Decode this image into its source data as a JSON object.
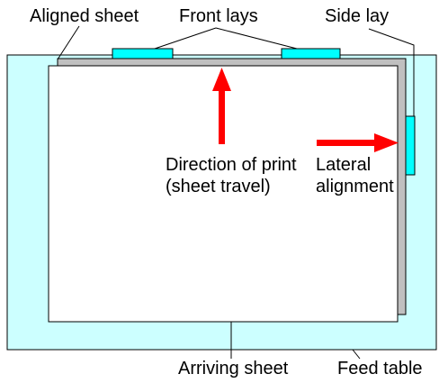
{
  "labels": {
    "aligned_sheet": "Aligned sheet",
    "front_lays": "Front lays",
    "side_lay": "Side lay",
    "direction_line1": "Direction of print",
    "direction_line2": "(sheet travel)",
    "lateral_line1": "Lateral",
    "lateral_line2": "alignment",
    "arriving_sheet": "Arriving sheet",
    "feed_table": "Feed table"
  },
  "colors": {
    "feed_table": "#ccffff",
    "lay_marks": "#00ffff",
    "arrow": "#ff0000",
    "aligned_sheet": "#c0c0c0",
    "arriving_sheet": "#ffffff",
    "outline": "#000000"
  }
}
